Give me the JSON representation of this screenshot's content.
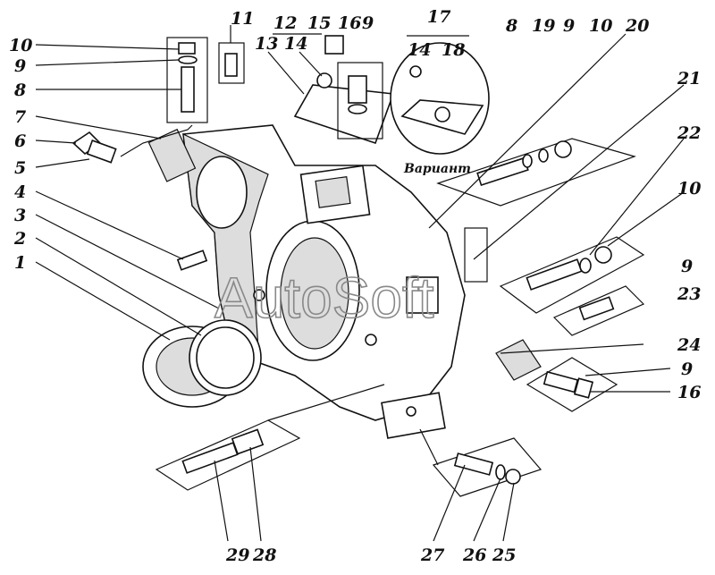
{
  "diagram": {
    "watermark": "AutoSoft",
    "variant_label": "Вариант",
    "left_callouts": [
      "10",
      "9",
      "8",
      "7",
      "6",
      "5",
      "4",
      "3",
      "2",
      "1"
    ],
    "top_callouts": [
      "11",
      "12",
      "15",
      "16",
      "9",
      "13",
      "14",
      "17",
      "14",
      "18"
    ],
    "right_callouts": [
      "8",
      "19",
      "9",
      "10",
      "20",
      "21",
      "22",
      "10",
      "9",
      "23",
      "24",
      "9",
      "16"
    ],
    "bottom_callouts": [
      "29",
      "28",
      "27",
      "26",
      "25"
    ]
  }
}
